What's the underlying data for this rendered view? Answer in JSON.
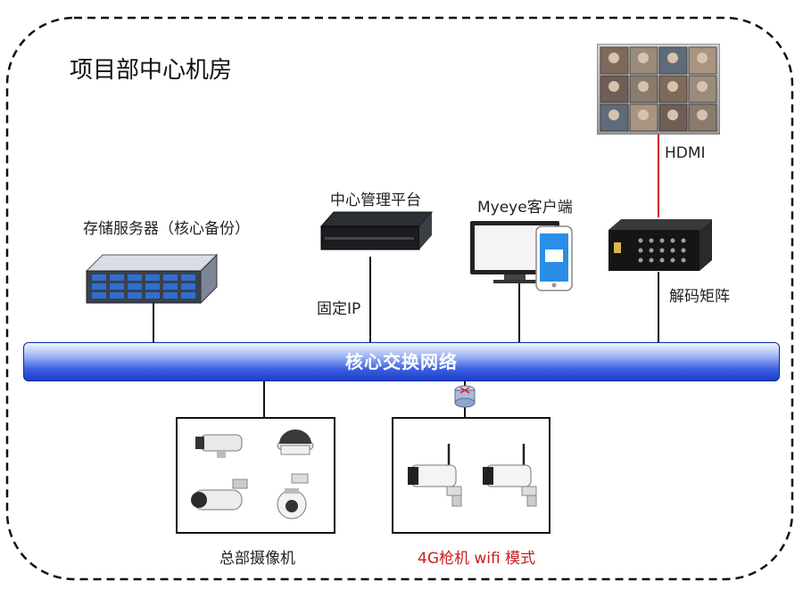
{
  "title": "项目部中心机房",
  "labels": {
    "storage": "存储服务器（核心备份）",
    "mgmt": "中心管理平台",
    "fixed_ip": "固定IP",
    "client": "Myeye客户端",
    "hdmi": "HDMI",
    "decoder": "解码矩阵",
    "network": "核心交换网络",
    "hq_cams": "总部摄像机",
    "wifi_cams": "4G枪机 wifi 模式"
  },
  "colors": {
    "bus_top": "#e9f0ff",
    "bus_bottom": "#1d3ec9",
    "hdmi_link": "#c81e1e",
    "wifi_label": "#c81e1e",
    "border": "#111111"
  }
}
